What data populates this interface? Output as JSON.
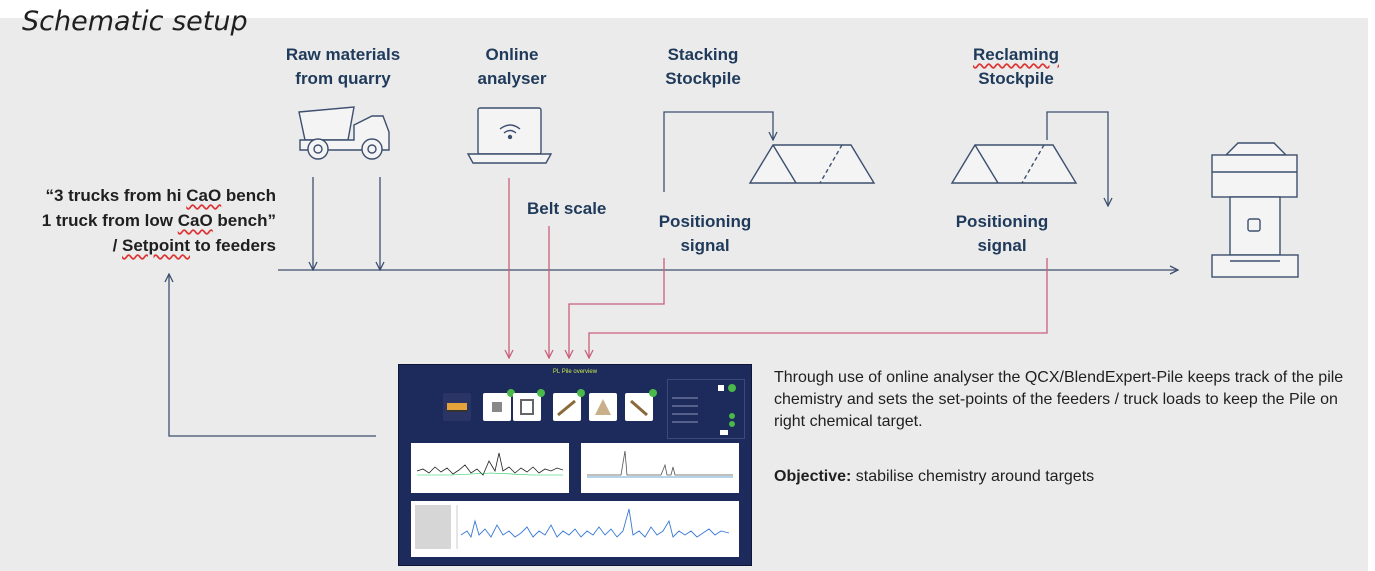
{
  "title": "Schematic setup",
  "labels": {
    "raw_materials": [
      "Raw materials",
      "from quarry"
    ],
    "online_analyser": [
      "Online",
      "analyser"
    ],
    "stacking": [
      "Stacking",
      "Stockpile"
    ],
    "reclaming": [
      "Reclaming",
      "Stockpile"
    ],
    "belt_scale": "Belt scale",
    "positioning_signal_1": [
      "Positioning",
      "signal"
    ],
    "positioning_signal_2": [
      "Positioning",
      "signal"
    ]
  },
  "left_note": {
    "line1_prefix": "“3 trucks from hi ",
    "line1_cao": "CaO",
    "line1_suffix": " bench",
    "line2_prefix": "1 truck from low ",
    "line2_cao": "CaO",
    "line2_suffix": " bench”",
    "line3_prefix": "/ ",
    "line3_setpoint": "Setpoint",
    "line3_suffix": " to feeders"
  },
  "dashboard": {
    "title": "PL Pile overview"
  },
  "description": {
    "paragraph": "Through use of online analyser the QCX/BlendExpert-Pile keeps track of the pile chemistry and sets the set-points of the feeders / truck loads to keep the Pile on right chemical target.",
    "objective_label": "Objective:",
    "objective_text": " stabilise chemistry around targets"
  },
  "colors": {
    "flow_line": "#3d4f6e",
    "signal_line": "#c9607c",
    "label_text": "#1f3a5a",
    "dashboard_bg": "#1d2a5c",
    "dashboard_accent": "#c7e84d"
  },
  "icons": [
    "dump-truck-icon",
    "laptop-wifi-icon",
    "stockpile-icon",
    "kiln-feeder-icon"
  ]
}
